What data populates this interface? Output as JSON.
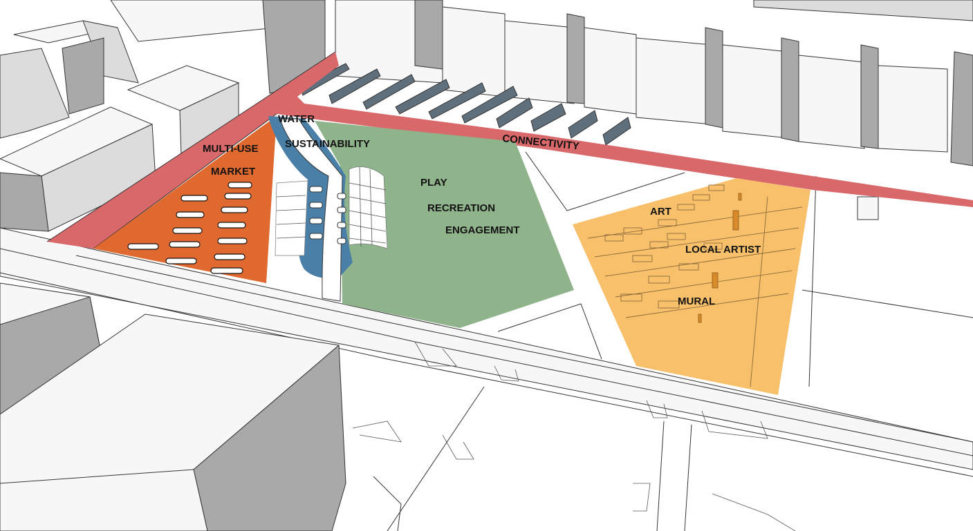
{
  "colors": {
    "connectivity": "#d9686b",
    "market": "#e0692f",
    "water": "#4a7fa8",
    "play": "#8fb38a",
    "art": "#f8c06b"
  },
  "labels": {
    "water": "WATER",
    "sustainability": "SUSTAINABILITY",
    "multi_use": "MULTI-USE",
    "market": "MARKET",
    "connectivity": "CONNECTIVITY",
    "play": "PLAY",
    "recreation": "RECREATION",
    "engagement": "ENGAGEMENT",
    "art": "ART",
    "local_artist": "LOCAL ARTIST",
    "mural": "MURAL"
  }
}
